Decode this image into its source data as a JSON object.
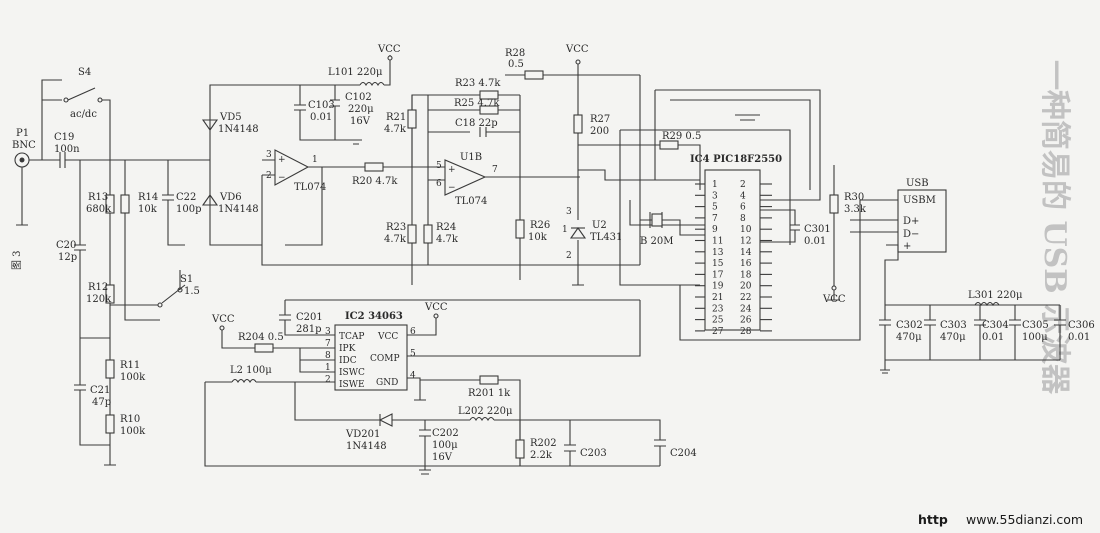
{
  "labels": {
    "vcc": "VCC",
    "p1": "P1",
    "bnc": "BNC",
    "s4": "S4",
    "s4_mode": "ac/dc",
    "c19": "C19",
    "c19_val": "100n",
    "r13": "R13",
    "r13_val": "680k",
    "r14": "R14",
    "r14_val": "10k",
    "c22": "C22",
    "c22_val": "100p",
    "c20": "C20",
    "c20_val": "12p",
    "r12": "R12",
    "r12_val": "120k",
    "s1": "S1",
    "s1_val": "1.5",
    "r11": "R11",
    "r11_val": "100k",
    "c21": "C21",
    "c21_val": "47p",
    "r10": "R10",
    "r10_val": "100k",
    "fig": "图 3",
    "vd5": "VD5",
    "vd5_val": "1N4148",
    "vd6": "VD6",
    "vd6_val": "1N4148",
    "l101": "L101 220μ",
    "c103": "C103",
    "c103_val": "0.01",
    "c102": "C102",
    "c102_val1": "220μ",
    "c102_val2": "16V",
    "tl074a": "TL074",
    "r20": "R20 4.7k",
    "r28": "R28",
    "r28_val": "0.5",
    "r23a": "R23 4.7k",
    "r25": "R25 4.7k",
    "c18": "C18 22p",
    "r21": "R21",
    "r21_val": "4.7k",
    "u1b": "U1B",
    "tl074b": "TL074",
    "r23b": "R23",
    "r23b_val": "4.7k",
    "r24": "R24",
    "r24_val": "4.7k",
    "r26": "R26",
    "r26_val": "10k",
    "r27": "R27",
    "r27_val": "200",
    "u2": "U2",
    "u2_val": "TL431",
    "r29": "R29 0.5",
    "ic4": "IC4 PIC18F2550",
    "xtal": "B 20M",
    "c301": "C301",
    "c301_val": "0.01",
    "r30": "R30",
    "r30_val": "3.3k",
    "usb": "USB",
    "usbm": "USBM",
    "dplus": "D+",
    "dminus": "D−",
    "plus": "+",
    "ic2": "IC2 34063",
    "ic2_tcap": "TCAP",
    "ic2_ipk": "IPK",
    "ic2_idc": "IDC",
    "ic2_iswc": "ISWC",
    "ic2_iswe": "ISWE",
    "ic2_vcc": "VCC",
    "ic2_comp": "COMP",
    "ic2_gnd": "GND",
    "c201": "C201",
    "c201_val": "281p",
    "r204": "R204 0.5",
    "l2": "L2 100μ",
    "r201": "R201 1k",
    "vd201": "VD201",
    "vd201_val": "1N4148",
    "l202": "L202 220μ",
    "c202": "C202",
    "c202_val1": "100μ",
    "c202_val2": "16V",
    "r202": "R202",
    "r202_val": "2.2k",
    "c203": "C203",
    "c204": "C204",
    "l301": "L301 220μ",
    "c302": "C302",
    "c302_val": "470μ",
    "c303": "C303",
    "c303_val": "470μ",
    "c304": "C304",
    "c304_val": "0.01",
    "c305": "C305",
    "c305_val": "100μ",
    "c306": "C306",
    "c306_val": "0.01",
    "url": "www.55dianzi.com",
    "url_prefix": "http"
  },
  "ic4_pins_left": [
    "1",
    "3",
    "5",
    "7",
    "9",
    "11",
    "13",
    "15",
    "17",
    "19",
    "21",
    "23",
    "25",
    "27"
  ],
  "ic4_pins_right": [
    "2",
    "4",
    "6",
    "8",
    "10",
    "12",
    "14",
    "16",
    "18",
    "20",
    "22",
    "24",
    "26",
    "28"
  ],
  "ic2_pins": {
    "p3": "3",
    "p7": "7",
    "p8": "8",
    "p1": "1",
    "p2": "2",
    "p6": "6",
    "p5": "5",
    "p4": "4"
  },
  "opamp_pins": {
    "a3": "3",
    "a2": "2",
    "a1": "1",
    "b5": "5",
    "b6": "6",
    "b7": "7"
  },
  "u2_pins": {
    "k": "3",
    "r": "1",
    "a": "2"
  },
  "page_title": "一种简易的 USB 示波器",
  "colors": {
    "ink": "#3a3a3a",
    "paper": "#f4f4f2",
    "bleed": "#b9b9b9"
  }
}
